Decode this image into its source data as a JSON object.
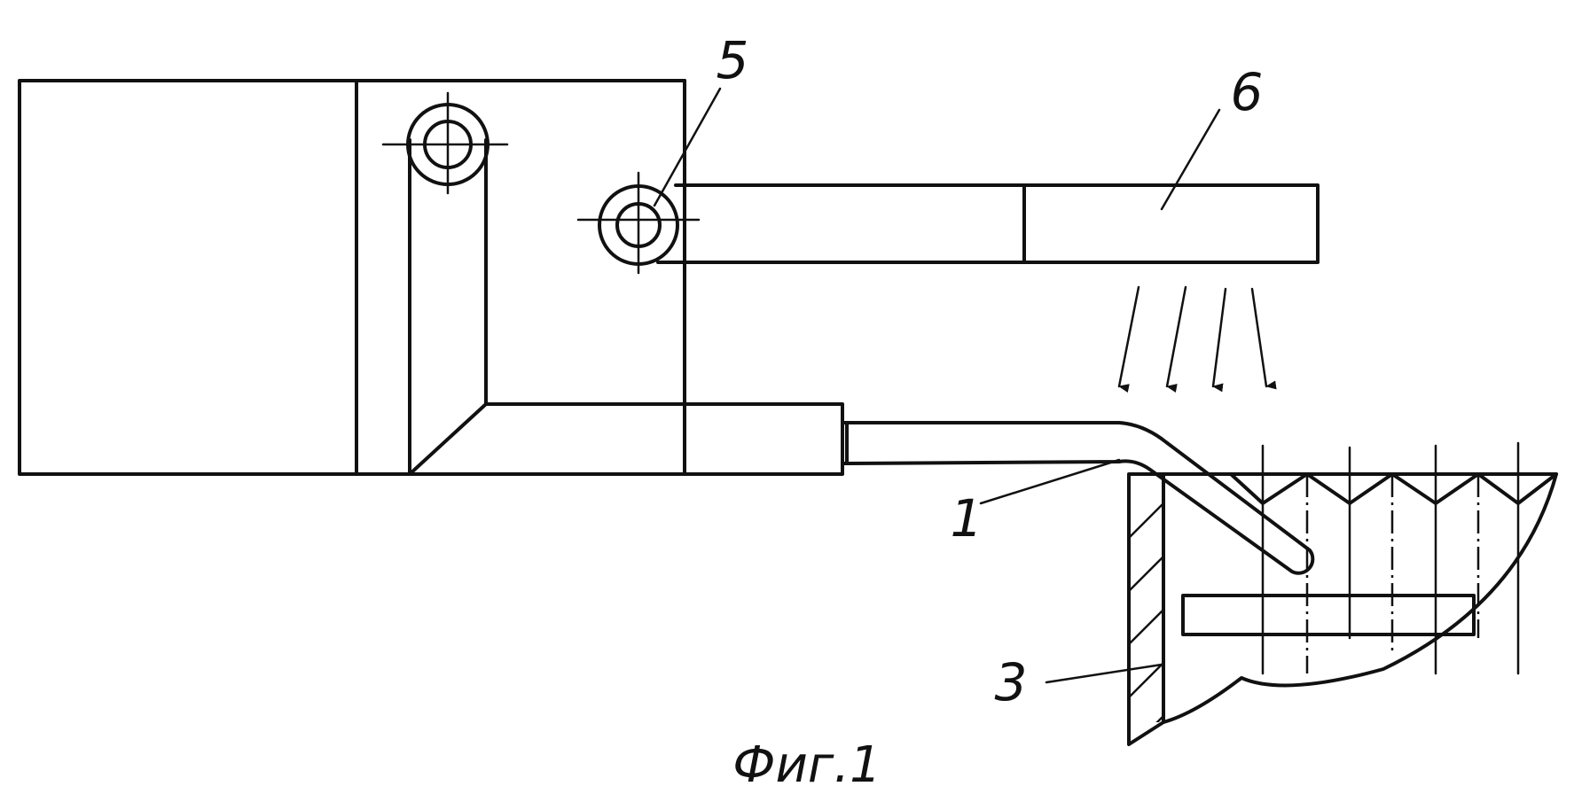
{
  "labels": {
    "label_1": "1",
    "label_3": "3",
    "label_5": "5",
    "label_6": "6"
  },
  "caption": "Фиг.1"
}
